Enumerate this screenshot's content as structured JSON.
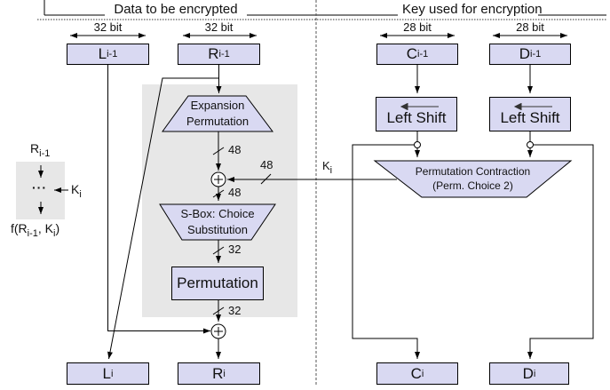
{
  "colors": {
    "box_fill": "#d9d9f2",
    "box_border": "#000000",
    "panel_gray": "#e7e7e7",
    "wire": "#000000"
  },
  "headers": {
    "left": "Data to be encrypted",
    "right": "Key used for encryption"
  },
  "bit_labels": {
    "l_prev": "32 bit",
    "r_prev": "32 bit",
    "c_prev": "28 bit",
    "d_prev": "28 bit"
  },
  "boxes": {
    "l_prev": {
      "main": "L",
      "sub": "i-1"
    },
    "r_prev": {
      "main": "R",
      "sub": "i-1"
    },
    "c_prev": {
      "main": "C",
      "sub": "i-1"
    },
    "d_prev": {
      "main": "D",
      "sub": "i-1"
    },
    "l_cur": {
      "main": "L",
      "sub": "i"
    },
    "r_cur": {
      "main": "R",
      "sub": "i"
    },
    "c_cur": {
      "main": "C",
      "sub": "i"
    },
    "d_cur": {
      "main": "D",
      "sub": "i"
    }
  },
  "nodes": {
    "expansion": {
      "line1": "Expansion",
      "line2": "Permutation"
    },
    "sbox": {
      "line1": "S-Box: Choice",
      "line2": "Substitution"
    },
    "permutation": "Permutation",
    "left_shift_1": "Left Shift",
    "left_shift_2": "Left Shift",
    "perm_contraction": {
      "line1": "Permutation Contraction",
      "line2": "(Perm. Choice 2)"
    }
  },
  "wire_labels": {
    "w48_expansion_out": "48",
    "w48_key_in": "48",
    "w48_xor_out": "48",
    "w32_sbox_out": "32",
    "w32_perm_out": "32",
    "key": {
      "main": "K",
      "sub": "i"
    }
  },
  "legend": {
    "r_prev": {
      "main": "R",
      "sub": "i-1"
    },
    "dots": "···",
    "key": {
      "main": "K",
      "sub": "i"
    },
    "f": {
      "p1": "f(R",
      "p2": "i-1",
      "p3": ", K",
      "p4": "i",
      "p5": ")"
    }
  }
}
